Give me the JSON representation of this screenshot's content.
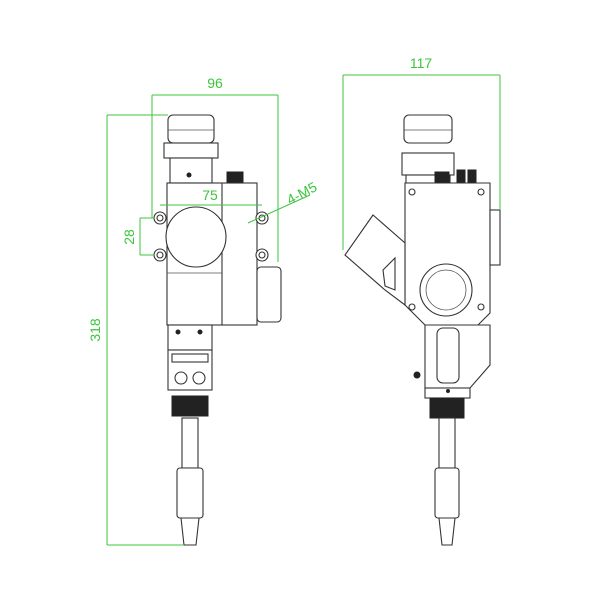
{
  "dimensions": {
    "width_front": "96",
    "width_side": "117",
    "height_total": "318",
    "mount_spacing_h": "75",
    "mount_spacing_v": "28",
    "mount_thread": "4-M5"
  },
  "colors": {
    "dimension": "#3cc43c",
    "outline": "#333333"
  }
}
